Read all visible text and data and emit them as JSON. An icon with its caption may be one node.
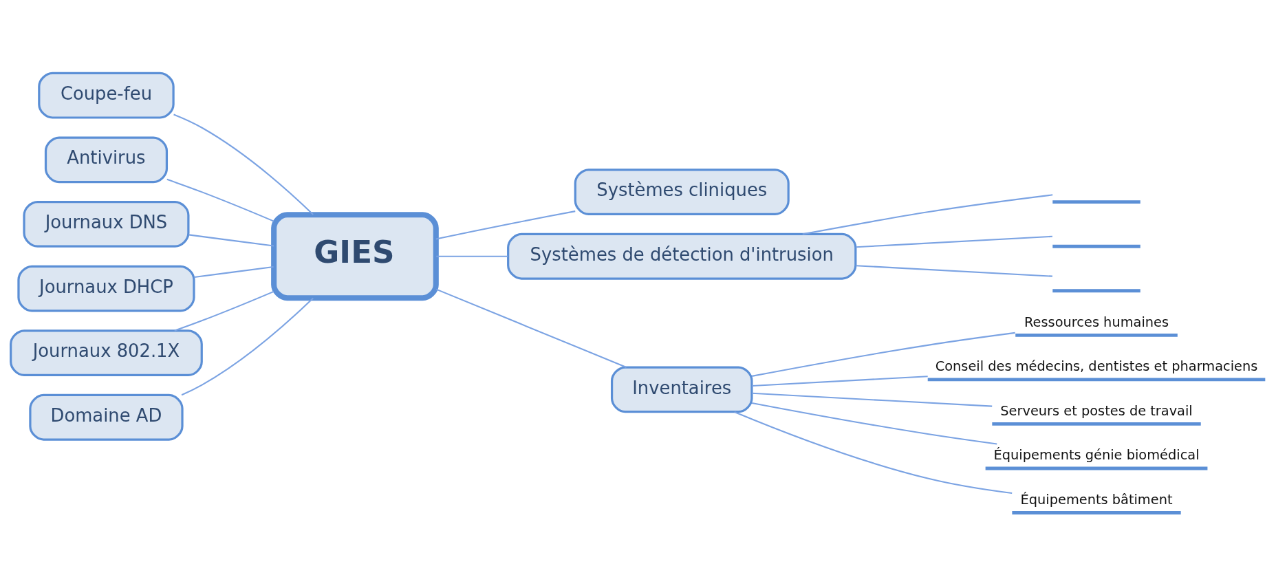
{
  "diagram": {
    "nodes": [
      {
        "text": [
          "GIES"
        ]
      },
      {
        "text": [
          "Coupe-feu"
        ]
      },
      {
        "text": [
          "Antivirus"
        ]
      },
      {
        "text": [
          "Journaux DNS"
        ]
      },
      {
        "text": [
          "Journaux DHCP"
        ]
      },
      {
        "text": [
          "Journaux 802.1X"
        ]
      },
      {
        "text": [
          "Domaine AD"
        ]
      },
      {
        "text": [
          "Systèmes cliniques"
        ]
      },
      {
        "text": [
          "Systèmes de détection d'intrusion"
        ]
      },
      {
        "text": [],
        "shape": "bar"
      },
      {
        "text": [],
        "shape": "bar"
      },
      {
        "text": [],
        "shape": "bar"
      },
      {
        "text": [
          "Inventaires"
        ]
      },
      {
        "text": [
          "Ressources humaines"
        ]
      },
      {
        "text": [
          "Conseil des médecins, dentistes et pharmaciens"
        ]
      },
      {
        "text": [
          "Serveurs et postes de travail"
        ]
      },
      {
        "text": [
          "Équipements génie biomédical"
        ]
      },
      {
        "text": [
          "Équipements bâtiment"
        ]
      }
    ],
    "edges": [
      {
        "from": 0,
        "to": 1,
        "arrow": "none"
      },
      {
        "from": 0,
        "to": 2,
        "arrow": "none"
      },
      {
        "from": 0,
        "to": 3,
        "arrow": "none"
      },
      {
        "from": 0,
        "to": 4,
        "arrow": "none"
      },
      {
        "from": 0,
        "to": 5,
        "arrow": "none"
      },
      {
        "from": 0,
        "to": 6,
        "arrow": "none"
      },
      {
        "from": 0,
        "to": 7,
        "arrow": "none"
      },
      {
        "from": 0,
        "to": 8,
        "arrow": "none"
      },
      {
        "from": 8,
        "to": 9,
        "arrow": "none"
      },
      {
        "from": 8,
        "to": 10,
        "arrow": "none"
      },
      {
        "from": 8,
        "to": 11,
        "arrow": "none"
      },
      {
        "from": 0,
        "to": 12,
        "arrow": "none"
      },
      {
        "from": 12,
        "to": 13,
        "arrow": "none"
      },
      {
        "from": 12,
        "to": 14,
        "arrow": "none"
      },
      {
        "from": 12,
        "to": 15,
        "arrow": "none"
      },
      {
        "from": 12,
        "to": 16,
        "arrow": "none"
      },
      {
        "from": 12,
        "to": 17,
        "arrow": "none"
      }
    ]
  }
}
